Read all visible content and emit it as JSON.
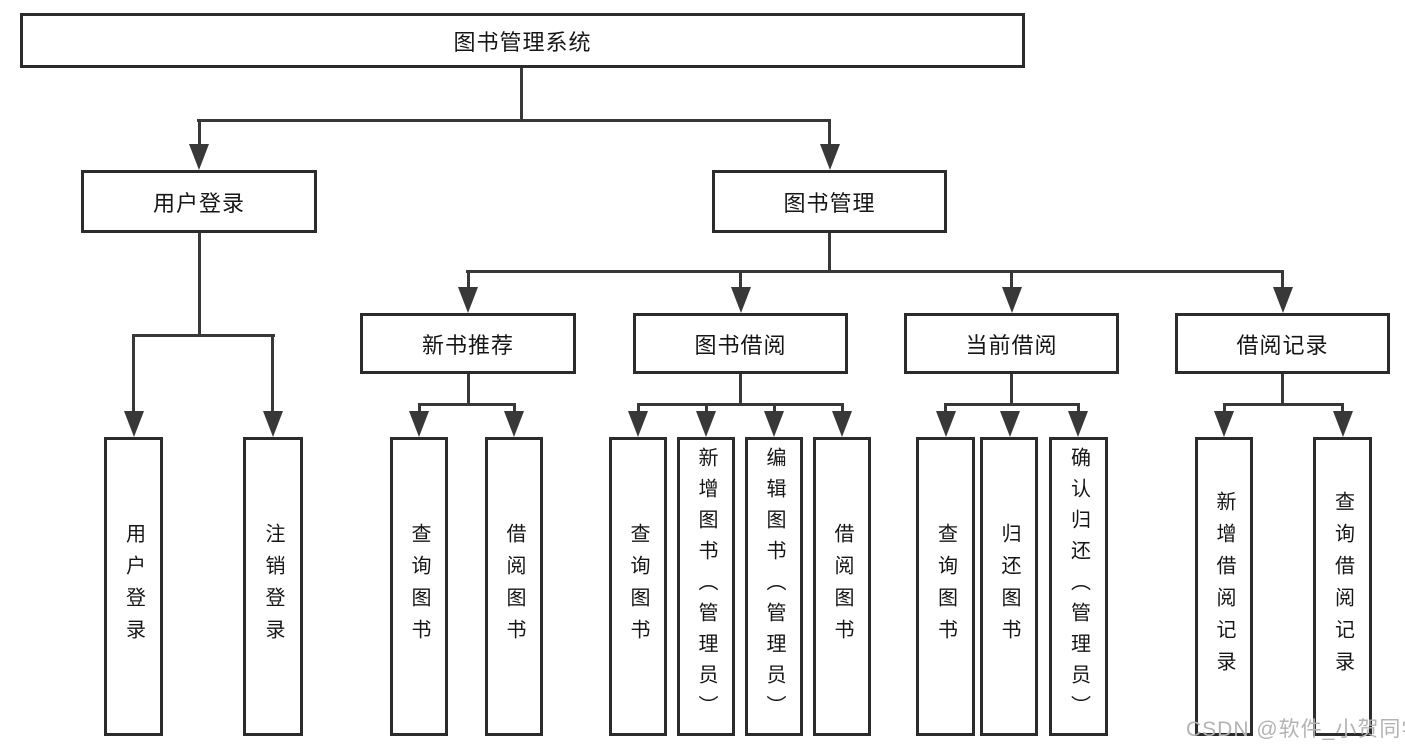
{
  "diagram": {
    "root": {
      "label": "图书管理系统"
    },
    "branches": {
      "user_login": {
        "label": "用户登录",
        "children": [
          {
            "label": "用户登录"
          },
          {
            "label": "注销登录"
          }
        ]
      },
      "book_mgmt": {
        "label": "图书管理",
        "children": {
          "new_book_rec": {
            "label": "新书推荐",
            "children": [
              {
                "label": "查询图书"
              },
              {
                "label": "借阅图书"
              }
            ]
          },
          "book_borrow": {
            "label": "图书借阅",
            "children": [
              {
                "label": "查询图书"
              },
              {
                "label": "新增图书（管理员）"
              },
              {
                "label": "编辑图书（管理员）"
              },
              {
                "label": "借阅图书"
              }
            ]
          },
          "current_borrow": {
            "label": "当前借阅",
            "children": [
              {
                "label": "查询图书"
              },
              {
                "label": "归还图书"
              },
              {
                "label": "确认归还（管理员）"
              }
            ]
          },
          "borrow_records": {
            "label": "借阅记录",
            "children": [
              {
                "label": "新增借阅记录"
              },
              {
                "label": "查询借阅记录"
              }
            ]
          }
        }
      }
    }
  },
  "watermark": "CSDN @软件_小贺同学",
  "colors": {
    "line": "#383838",
    "box_border": "#2b2b2b",
    "text": "#161616",
    "watermark": "#b3b3b3",
    "background": "#ffffff"
  }
}
